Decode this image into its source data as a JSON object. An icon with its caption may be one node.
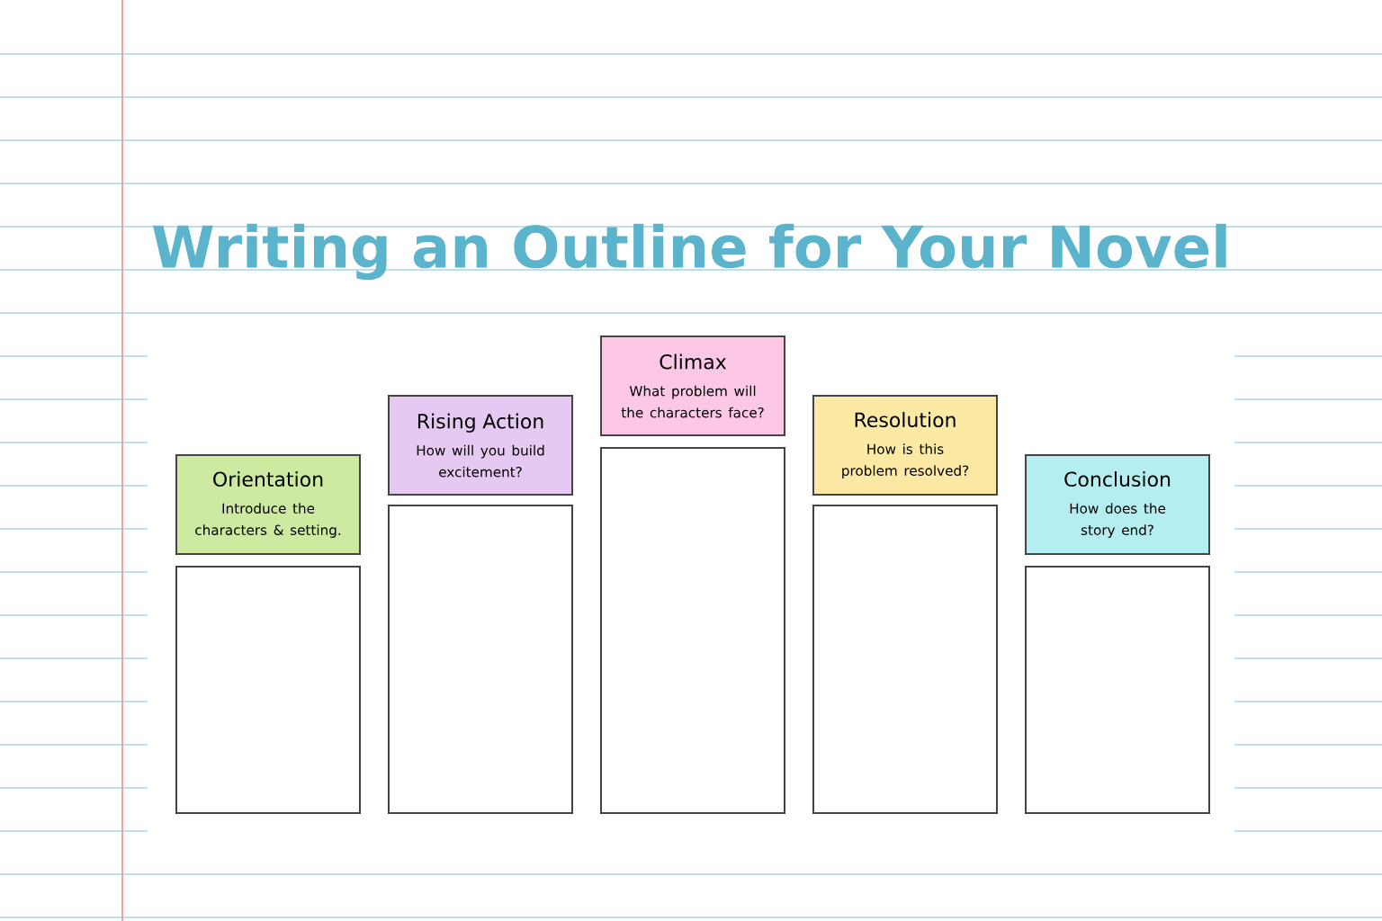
{
  "diagram": {
    "title": "Writing an Outline for Your Novel",
    "nodes": [
      {
        "text": [
          "Orientation",
          "Introduce the characters & setting."
        ]
      },
      {
        "text": [
          "Rising Action",
          "How will you build excitement?"
        ]
      },
      {
        "text": [
          "Climax",
          "What problem will the characters face?"
        ]
      },
      {
        "text": [
          "Resolution",
          "How is this problem resolved?"
        ]
      },
      {
        "text": [
          "Conclusion",
          "How does the story end?"
        ]
      },
      {
        "text": [],
        "shape": "box"
      },
      {
        "text": [],
        "shape": "box"
      },
      {
        "text": [],
        "shape": "box"
      },
      {
        "text": [],
        "shape": "box"
      },
      {
        "text": [],
        "shape": "box"
      }
    ]
  }
}
